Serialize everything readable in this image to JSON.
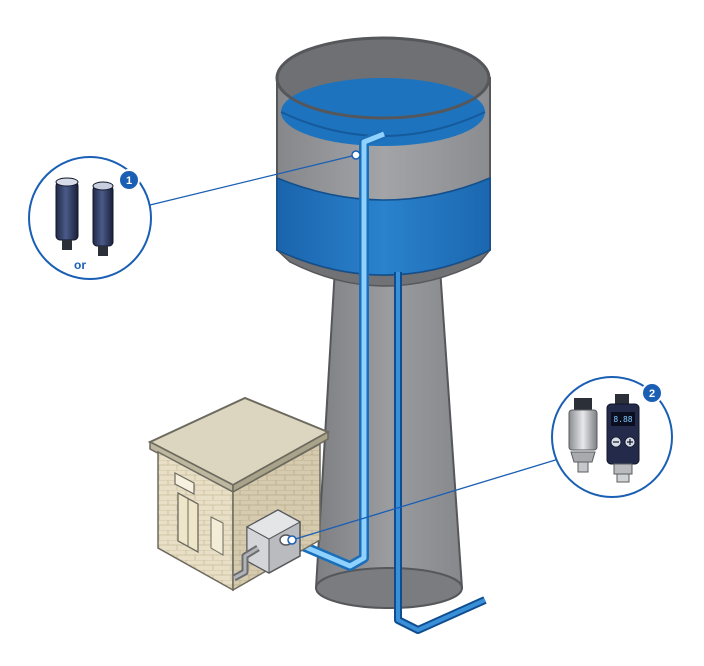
{
  "callouts": [
    {
      "number": "1",
      "separator": "or"
    },
    {
      "number": "2",
      "display_value": "8.88"
    }
  ],
  "colors": {
    "water": "#1e73be",
    "water_light": "#5fb4f0",
    "tower_gray": "#8e9094",
    "callout_ring": "#1a5fb4",
    "badge": "#1a5fb4"
  }
}
